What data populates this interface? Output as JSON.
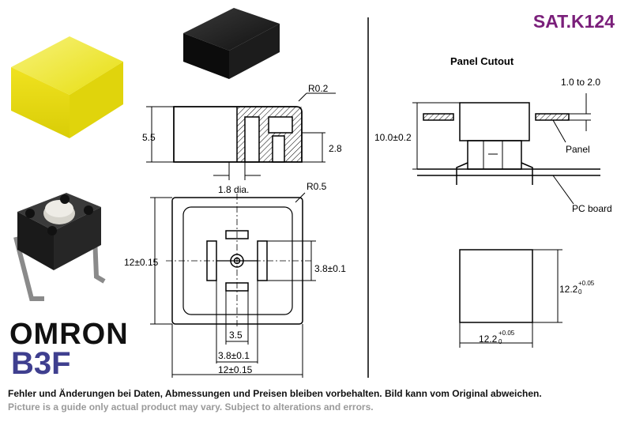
{
  "header": {
    "article_code": "SAT.K124"
  },
  "branding": {
    "manufacturer": "OMRON",
    "model": "B3F"
  },
  "drawing": {
    "cap_side": {
      "radius_top": "R0.2",
      "height_total": "5.5",
      "height_inner": "2.8",
      "hole_diameter": "1.8 dia."
    },
    "cap_top": {
      "radius_corner": "R0.5",
      "height_dim": "12±0.15",
      "slot_width": "3.8±0.1",
      "inner_width": "3.5",
      "bottom_slot": "3.8±0.1",
      "width_dim": "12±0.15"
    },
    "panel_cutout": {
      "title": "Panel Cutout",
      "thickness": "1.0 to 2.0",
      "height": "10.0±0.2",
      "panel_label": "Panel",
      "board_label": "PC board",
      "cutout_height": "12.2",
      "cutout_height_tol": "+0.05",
      "cutout_height_tol_low": "0",
      "cutout_width": "12.2",
      "cutout_width_tol": "+0.05",
      "cutout_width_tol_low": "0"
    }
  },
  "footer": {
    "disclaimer_de": "Fehler und Änderungen bei Daten, Abmessungen und Preisen bleiben vorbehalten. Bild kann vom Original abweichen.",
    "disclaimer_en": "Picture is a guide only actual product may vary. Subject to alterations and errors."
  },
  "colors": {
    "code": "#7a1f7a",
    "model": "#3f3f8f",
    "yellow_cap": "#f2ea1a",
    "black_cap": "#141414"
  },
  "icons": [
    "yellow-cap-photo",
    "black-cap-photo",
    "tactile-switch-photo"
  ]
}
